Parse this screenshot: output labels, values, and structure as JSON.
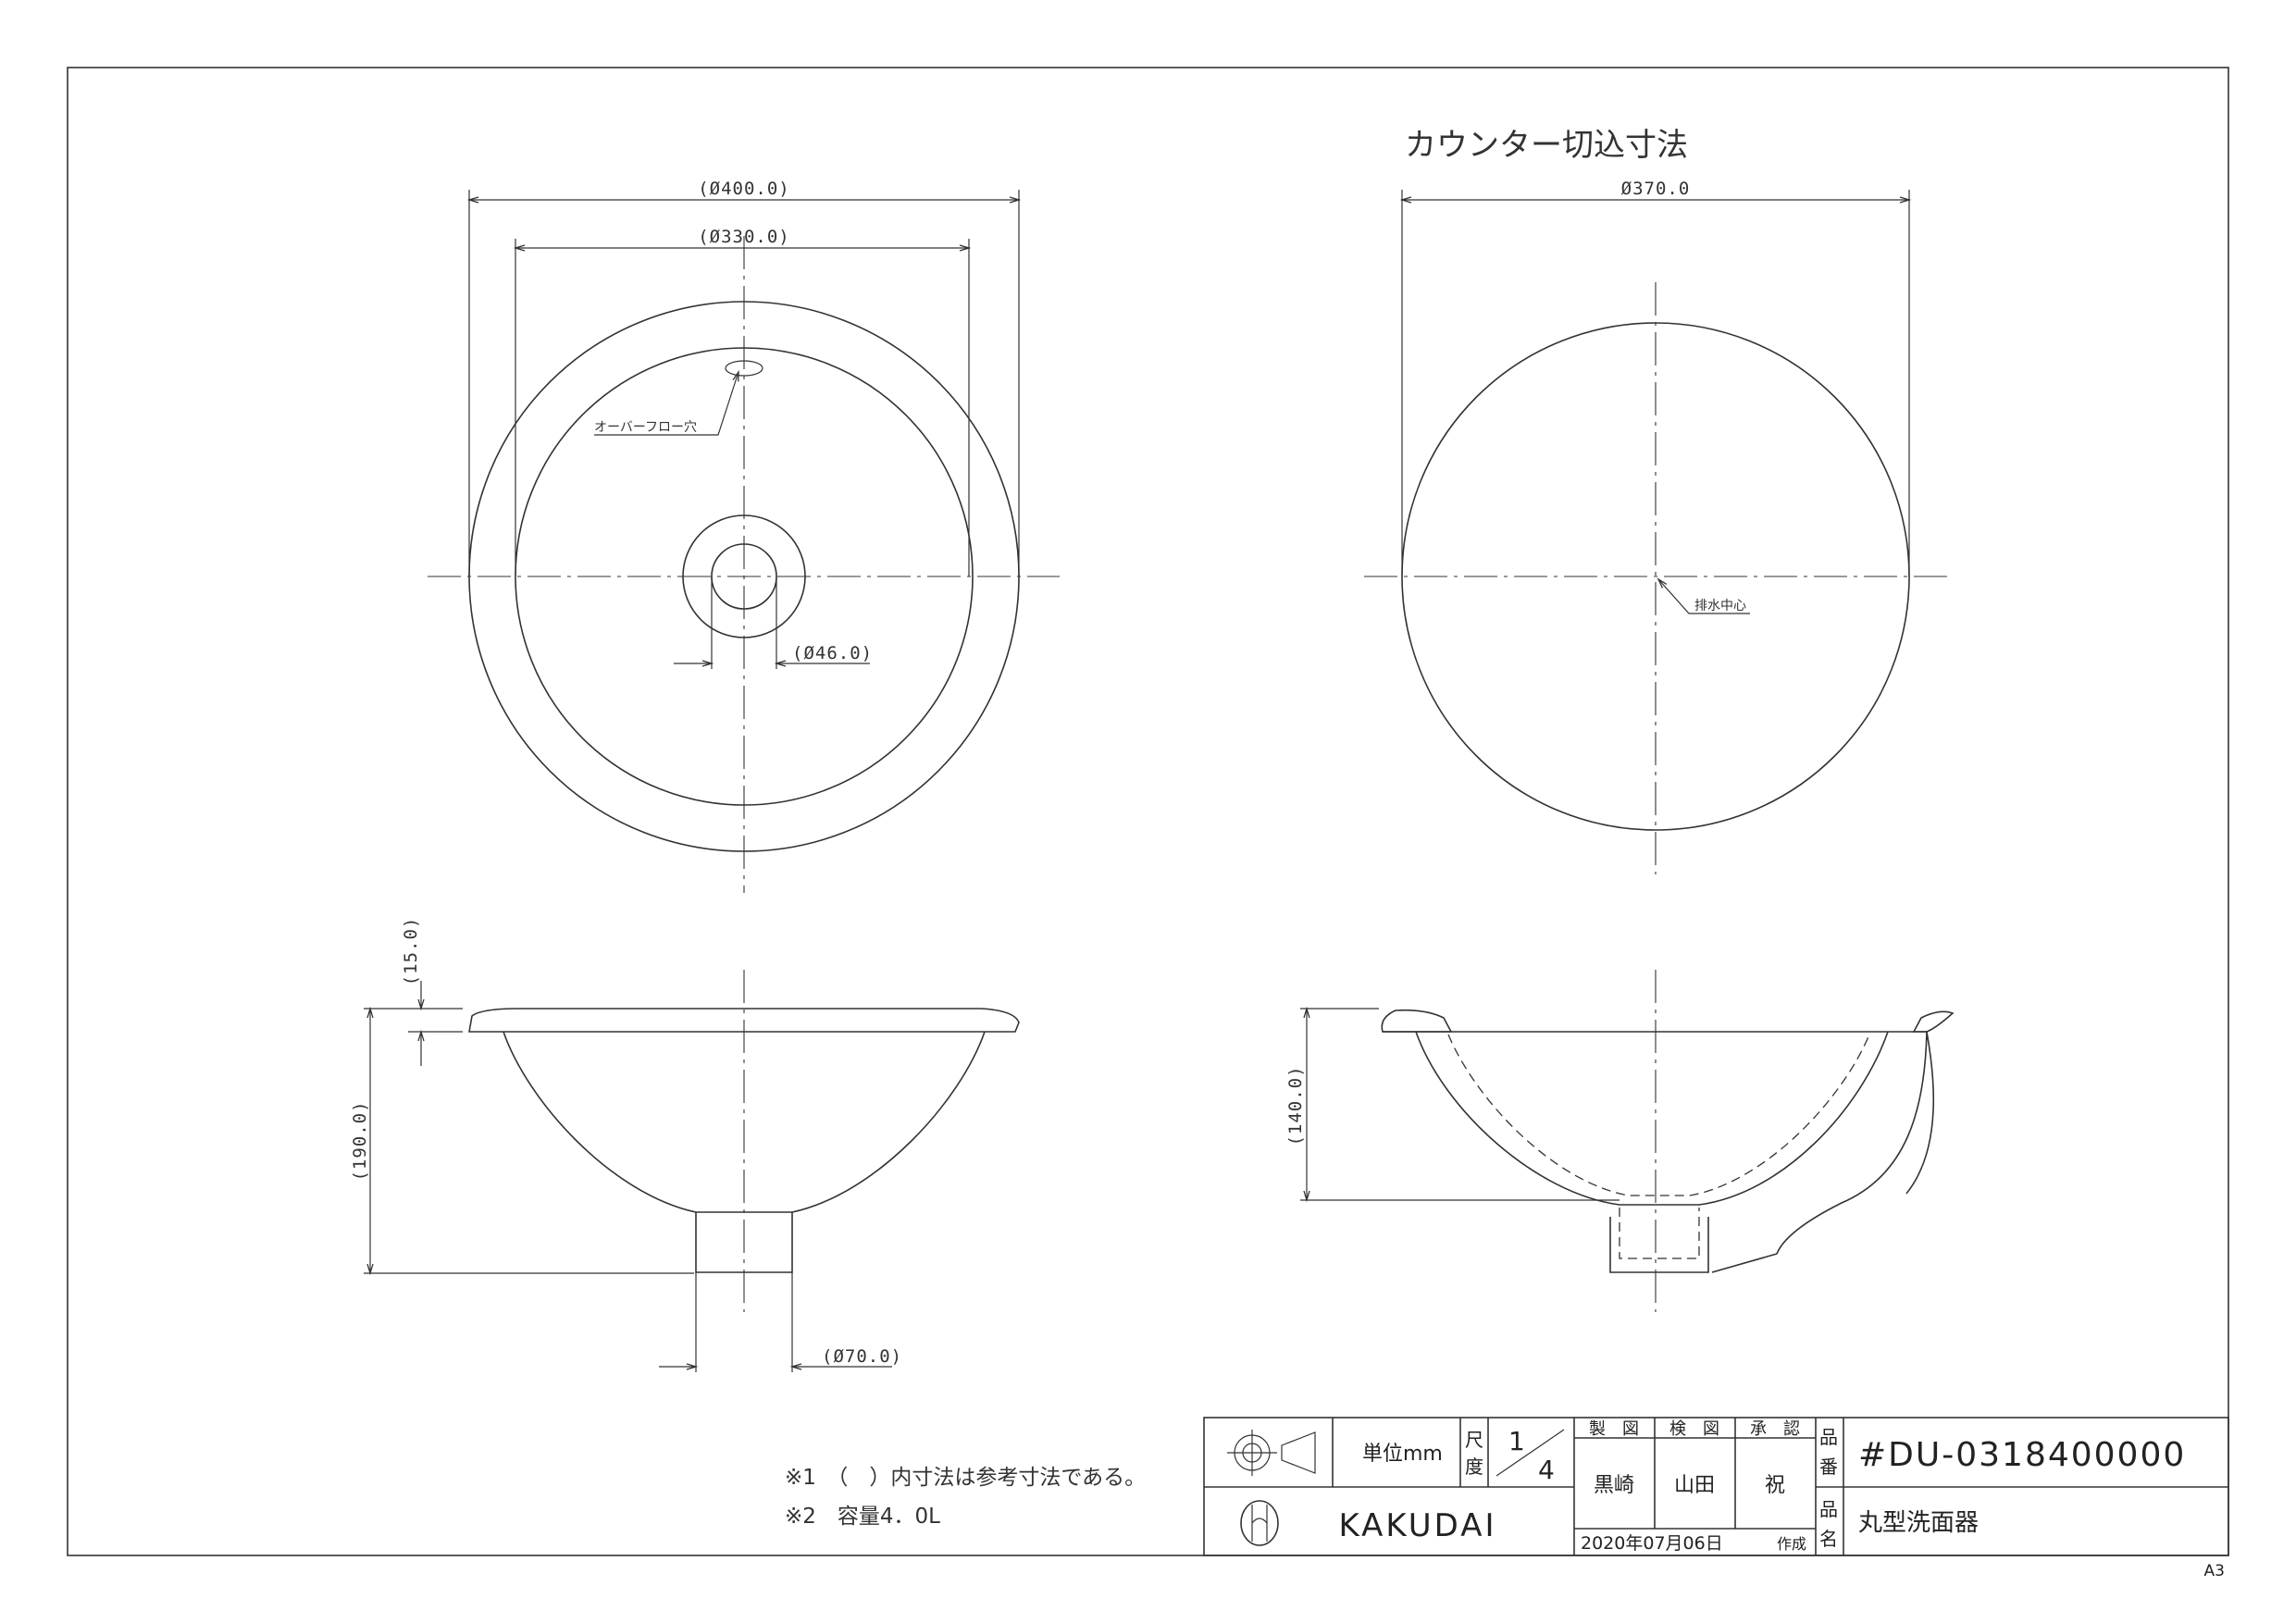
{
  "heading": "カウンター切込寸法",
  "dimensions": {
    "top_outer": "(Ø400.0)",
    "top_inner": "(Ø330.0)",
    "drain_hole": "(Ø46.0)",
    "cutout": "Ø370.0",
    "rim_thickness": "(15.0)",
    "total_height": "(190.0)",
    "drain_outlet": "(Ø70.0)",
    "cutout_depth": "(140.0)"
  },
  "callouts": {
    "overflow": "オーバーフロー穴",
    "drain_center": "排水中心"
  },
  "notes": [
    "※1　（　）内寸法は参考寸法である。",
    "※2　容量4．0L"
  ],
  "title_block": {
    "unit_label": "単位mm",
    "scale_label_1": "尺",
    "scale_label_2": "度",
    "scale_num": "1",
    "scale_den": "4",
    "drawn_label": "製　図",
    "checked_label": "検　図",
    "approved_label": "承　認",
    "drawn_by": "黒崎",
    "checked_by": "山田",
    "approved_by": "祝",
    "part_no_label_1": "品",
    "part_no_label_2": "番",
    "part_no": "#DU-0318400000",
    "part_name_label_1": "品",
    "part_name_label_2": "名",
    "part_name": "丸型洗面器",
    "brand": "KAKUDAI",
    "date": "2020年07月06日",
    "created": "作成"
  },
  "sheet_size": "A3"
}
